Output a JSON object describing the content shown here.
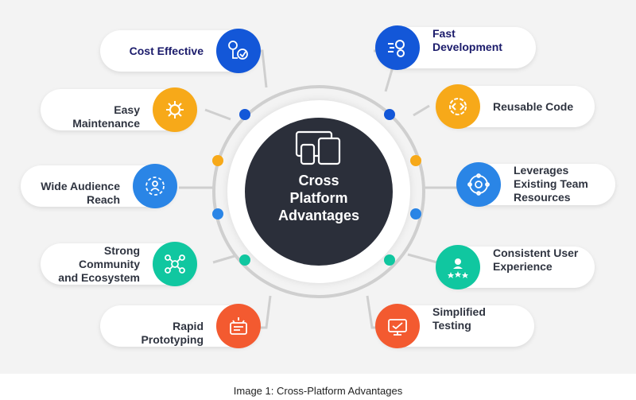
{
  "hub": {
    "title_lines": [
      "Cross",
      "Platform",
      "Advantages"
    ]
  },
  "left_items": [
    {
      "lines": [
        "Cost Effective"
      ],
      "icon": "cost-icon",
      "color": "#1357d8"
    },
    {
      "lines": [
        "Easy",
        "Maintenance"
      ],
      "icon": "wrench-gear-icon",
      "color": "#f7a919"
    },
    {
      "lines": [
        "Wide Audience",
        "Reach"
      ],
      "icon": "audience-icon",
      "color": "#2a85e6"
    },
    {
      "lines": [
        "Strong",
        "Community",
        "and Ecosystem"
      ],
      "icon": "community-icon",
      "color": "#10c7a0"
    },
    {
      "lines": [
        "Rapid",
        "Prototyping"
      ],
      "icon": "prototype-icon",
      "color": "#f35a30"
    }
  ],
  "right_items": [
    {
      "lines": [
        "Fast",
        "Development"
      ],
      "icon": "fast-gears-icon",
      "color": "#1357d8"
    },
    {
      "lines": [
        "Reusable Code"
      ],
      "icon": "code-gear-icon",
      "color": "#f7a919"
    },
    {
      "lines": [
        "Leverages",
        "Existing Team",
        "Resources"
      ],
      "icon": "team-gear-icon",
      "color": "#2a85e6"
    },
    {
      "lines": [
        "Consistent User",
        "Experience"
      ],
      "icon": "user-stars-icon",
      "color": "#10c7a0"
    },
    {
      "lines": [
        "Simplified",
        "Testing"
      ],
      "icon": "testing-icon",
      "color": "#f35a30"
    }
  ],
  "colors": {
    "blue_dark": "#1357d8",
    "orange": "#f7a919",
    "blue": "#2a85e6",
    "teal": "#10c7a0",
    "red": "#f35a30",
    "hub": "#2b2f3a"
  },
  "caption": "Image 1: Cross-Platform Advantages"
}
